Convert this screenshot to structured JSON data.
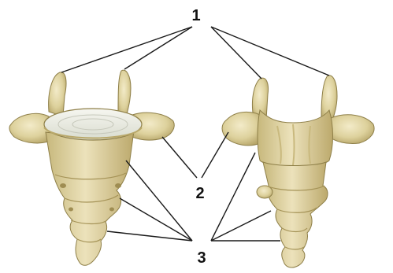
{
  "labels": {
    "one": "1",
    "two": "2",
    "three": "3"
  },
  "colors": {
    "bone_light": "#ece3bf",
    "bone_mid": "#d9cd98",
    "bone_shadow": "#b9a86a",
    "bone_dark": "#8e7f48",
    "cartilage_face": "#eef0e8",
    "line": "#1a1a1a"
  }
}
